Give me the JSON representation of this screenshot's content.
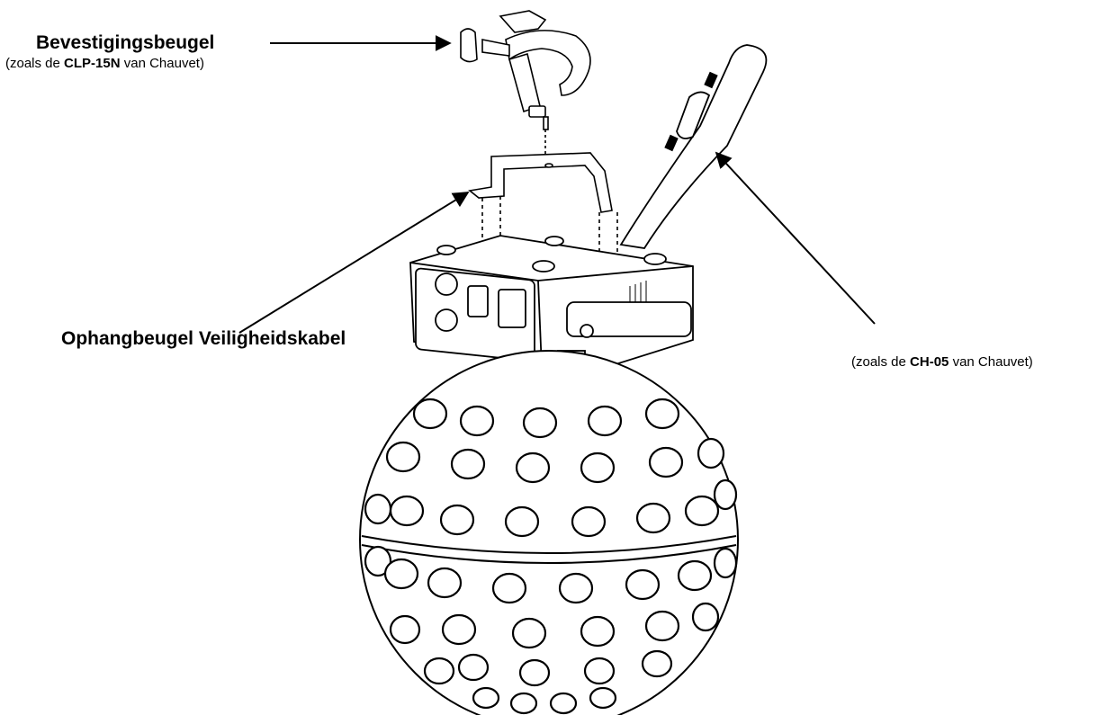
{
  "labels": {
    "mount_bracket": {
      "title": "Bevestigingsbeugel",
      "sub_prefix": "(zoals de ",
      "sub_model": "CLP-15N",
      "sub_suffix": " van Chauvet)"
    },
    "hanging_bracket": {
      "title": "Ophangbeugel Veiligheidskabel"
    },
    "safety_cable": {
      "sub_prefix": "(zoals de ",
      "sub_model": "CH-05",
      "sub_suffix": " van Chauvet)"
    }
  },
  "colors": {
    "ink": "#000000",
    "paper": "#ffffff",
    "shade": "#dddddd"
  }
}
